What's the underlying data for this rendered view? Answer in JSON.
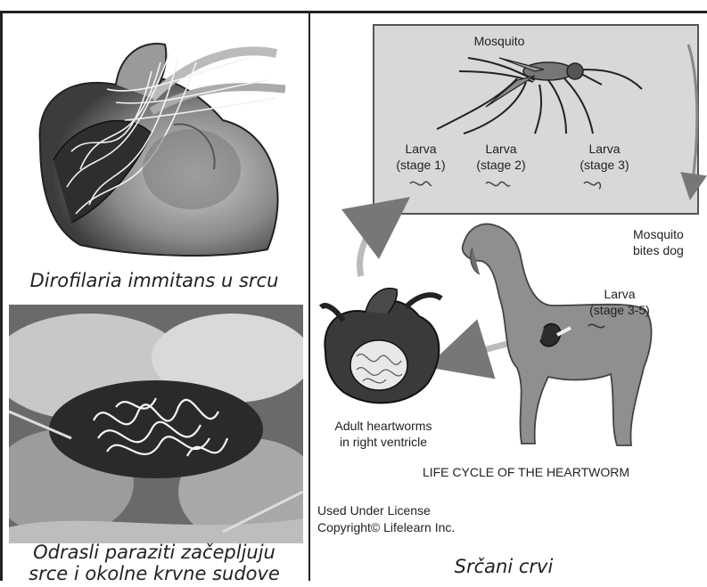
{
  "left_panel": {
    "heart_caption": "Dirofilaria immitans u srcu",
    "photo_caption_line1": "Odrasli paraziti začepljuju",
    "photo_caption_line2": "srce i okolne krvne sudove"
  },
  "diagram": {
    "mosquito_title": "Mosquito",
    "larva_1": "Larva\n(stage 1)",
    "larva_2": "Larva\n(stage 2)",
    "larva_3": "Larva\n(stage 3)",
    "bite_label": "Mosquito\nbites dog",
    "dog_larva_label": "Larva\n(stage 3-5)",
    "adult_label": "Adult heartworms\nin right ventricle",
    "cycle_title": "LIFE CYCLE OF THE HEARTWORM",
    "license_line1": "Used Under License",
    "license_line2": "Copyright© Lifelearn Inc.",
    "caption": "Srčani crvi"
  }
}
